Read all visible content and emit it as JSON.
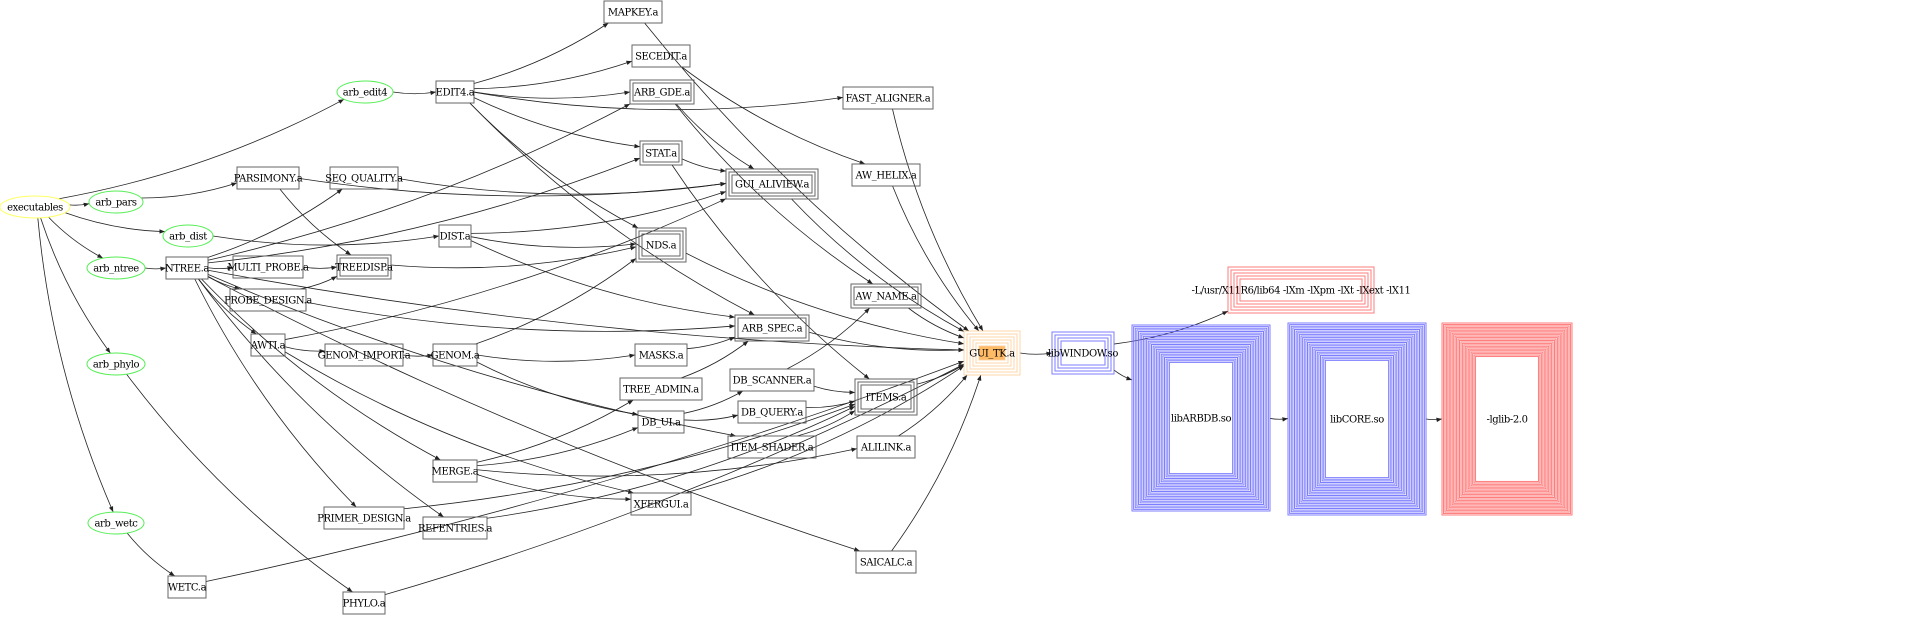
{
  "colors": {
    "executable": "#ffff66",
    "program": "#55ee55",
    "library": "#555555",
    "highlight_fill": "#ffbb66",
    "highlight_border": "#ffcc99",
    "shared_lib": "#6666ff",
    "system_lib": "#ff6666"
  },
  "nodes": [
    {
      "id": "executables",
      "label": "executables",
      "shape": "ellipse",
      "color": "executable",
      "peripheries": 1
    },
    {
      "id": "arb_edit4",
      "label": "arb_edit4",
      "shape": "ellipse",
      "color": "program",
      "peripheries": 1
    },
    {
      "id": "arb_pars",
      "label": "arb_pars",
      "shape": "ellipse",
      "color": "program",
      "peripheries": 1
    },
    {
      "id": "arb_dist",
      "label": "arb_dist",
      "shape": "ellipse",
      "color": "program",
      "peripheries": 1
    },
    {
      "id": "arb_ntree",
      "label": "arb_ntree",
      "shape": "ellipse",
      "color": "program",
      "peripheries": 1
    },
    {
      "id": "arb_phylo",
      "label": "arb_phylo",
      "shape": "ellipse",
      "color": "program",
      "peripheries": 1
    },
    {
      "id": "arb_wetc",
      "label": "arb_wetc",
      "shape": "ellipse",
      "color": "program",
      "peripheries": 1
    },
    {
      "id": "EDIT4",
      "label": "EDIT4.a",
      "shape": "box",
      "color": "library",
      "peripheries": 1
    },
    {
      "id": "MAPKEY",
      "label": "MAPKEY.a",
      "shape": "box",
      "color": "library",
      "peripheries": 1
    },
    {
      "id": "SECEDIT",
      "label": "SECEDIT.a",
      "shape": "box",
      "color": "library",
      "peripheries": 1
    },
    {
      "id": "ARB_GDE",
      "label": "ARB_GDE.a",
      "shape": "box",
      "color": "library",
      "peripheries": 2
    },
    {
      "id": "FAST_ALIGNER",
      "label": "FAST_ALIGNER.a",
      "shape": "box",
      "color": "library",
      "peripheries": 1
    },
    {
      "id": "STAT",
      "label": "STAT.a",
      "shape": "box",
      "color": "library",
      "peripheries": 2
    },
    {
      "id": "GUI_ALIVIEW",
      "label": "GUI_ALIVIEW.a",
      "shape": "box",
      "color": "library",
      "peripheries": 3
    },
    {
      "id": "AW_HELIX",
      "label": "AW_HELIX.a",
      "shape": "box",
      "color": "library",
      "peripheries": 1
    },
    {
      "id": "PARSIMONY",
      "label": "PARSIMONY.a",
      "shape": "box",
      "color": "library",
      "peripheries": 1
    },
    {
      "id": "SEQ_QUALITY",
      "label": "SEQ_QUALITY.a",
      "shape": "box",
      "color": "library",
      "peripheries": 1
    },
    {
      "id": "DIST",
      "label": "DIST.a",
      "shape": "box",
      "color": "library",
      "peripheries": 1
    },
    {
      "id": "NDS",
      "label": "NDS.a",
      "shape": "box",
      "color": "library",
      "peripheries": 3
    },
    {
      "id": "NTREE",
      "label": "NTREE.a",
      "shape": "box",
      "color": "library",
      "peripheries": 1
    },
    {
      "id": "MULTI_PROBE",
      "label": "MULTI_PROBE.a",
      "shape": "box",
      "color": "library",
      "peripheries": 1
    },
    {
      "id": "TREEDISP",
      "label": "TREEDISP.a",
      "shape": "box",
      "color": "library",
      "peripheries": 2
    },
    {
      "id": "PROBE_DESIGN",
      "label": "PROBE_DESIGN.a",
      "shape": "box",
      "color": "library",
      "peripheries": 1
    },
    {
      "id": "AW_NAME",
      "label": "AW_NAME.a",
      "shape": "box",
      "color": "library",
      "peripheries": 2
    },
    {
      "id": "ARB_SPEC",
      "label": "ARB_SPEC.a",
      "shape": "box",
      "color": "library",
      "peripheries": 2
    },
    {
      "id": "GUI_TK",
      "label": "GUI_TK.a",
      "shape": "box",
      "color": "highlight",
      "peripheries": 6
    },
    {
      "id": "libWINDOW",
      "label": "libWINDOW.so",
      "shape": "box",
      "color": "shared_lib",
      "peripheries": 4
    },
    {
      "id": "X11",
      "label": "-L/usr/X11R6/lib64 -lXm -lXpm -lXt -lXext -lX11",
      "shape": "box",
      "color": "system_lib",
      "peripheries": 5
    },
    {
      "id": "libARBDB",
      "label": "libARBDB.so",
      "shape": "box",
      "color": "shared_lib",
      "peripheries": 24
    },
    {
      "id": "libCORE",
      "label": "libCORE.so",
      "shape": "box",
      "color": "shared_lib",
      "peripheries": 24
    },
    {
      "id": "glib",
      "label": "-lglib-2.0",
      "shape": "box",
      "color": "system_lib",
      "peripheries": 24
    },
    {
      "id": "AWTI",
      "label": "AWTI.a",
      "shape": "box",
      "color": "library",
      "peripheries": 1
    },
    {
      "id": "GENOM_IMPORT",
      "label": "GENOM_IMPORT.a",
      "shape": "box",
      "color": "library",
      "peripheries": 1
    },
    {
      "id": "GENOM",
      "label": "GENOM.a",
      "shape": "box",
      "color": "library",
      "peripheries": 1
    },
    {
      "id": "MASKS",
      "label": "MASKS.a",
      "shape": "box",
      "color": "library",
      "peripheries": 1
    },
    {
      "id": "TREE_ADMIN",
      "label": "TREE_ADMIN.a",
      "shape": "box",
      "color": "library",
      "peripheries": 1
    },
    {
      "id": "DB_SCANNER",
      "label": "DB_SCANNER.a",
      "shape": "box",
      "color": "library",
      "peripheries": 1
    },
    {
      "id": "DB_UI",
      "label": "DB_UI.a",
      "shape": "box",
      "color": "library",
      "peripheries": 1
    },
    {
      "id": "DB_QUERY",
      "label": "DB_QUERY.a",
      "shape": "box",
      "color": "library",
      "peripheries": 1
    },
    {
      "id": "ITEMS",
      "label": "ITEMS.a",
      "shape": "box",
      "color": "library",
      "peripheries": 3
    },
    {
      "id": "ITEM_SHADER",
      "label": "ITEM_SHADER.a",
      "shape": "box",
      "color": "library",
      "peripheries": 1
    },
    {
      "id": "ALILINK",
      "label": "ALILINK.a",
      "shape": "box",
      "color": "library",
      "peripheries": 1
    },
    {
      "id": "MERGE",
      "label": "MERGE.a",
      "shape": "box",
      "color": "library",
      "peripheries": 1
    },
    {
      "id": "XFERGUI",
      "label": "XFERGUI.a",
      "shape": "box",
      "color": "library",
      "peripheries": 1
    },
    {
      "id": "PRIMER_DESIGN",
      "label": "PRIMER_DESIGN.a",
      "shape": "box",
      "color": "library",
      "peripheries": 1
    },
    {
      "id": "REFENTRIES",
      "label": "REFENTRIES.a",
      "shape": "box",
      "color": "library",
      "peripheries": 1
    },
    {
      "id": "SAICALC",
      "label": "SAICALC.a",
      "shape": "box",
      "color": "library",
      "peripheries": 1
    },
    {
      "id": "WETC",
      "label": "WETC.a",
      "shape": "box",
      "color": "library",
      "peripheries": 1
    },
    {
      "id": "PHYLO",
      "label": "PHYLO.a",
      "shape": "box",
      "color": "library",
      "peripheries": 1
    }
  ],
  "edges": [
    [
      "executables",
      "arb_edit4"
    ],
    [
      "executables",
      "arb_pars"
    ],
    [
      "executables",
      "arb_dist"
    ],
    [
      "executables",
      "arb_ntree"
    ],
    [
      "executables",
      "arb_phylo"
    ],
    [
      "executables",
      "arb_wetc"
    ],
    [
      "arb_edit4",
      "EDIT4"
    ],
    [
      "arb_pars",
      "PARSIMONY"
    ],
    [
      "arb_dist",
      "DIST"
    ],
    [
      "arb_ntree",
      "NTREE"
    ],
    [
      "arb_phylo",
      "PHYLO"
    ],
    [
      "arb_wetc",
      "WETC"
    ],
    [
      "EDIT4",
      "MAPKEY"
    ],
    [
      "EDIT4",
      "SECEDIT"
    ],
    [
      "EDIT4",
      "ARB_GDE"
    ],
    [
      "EDIT4",
      "FAST_ALIGNER"
    ],
    [
      "EDIT4",
      "STAT"
    ],
    [
      "EDIT4",
      "NDS"
    ],
    [
      "EDIT4",
      "ARB_SPEC"
    ],
    [
      "NTREE",
      "ARB_GDE"
    ],
    [
      "NTREE",
      "SEQ_QUALITY"
    ],
    [
      "NTREE",
      "STAT"
    ],
    [
      "NTREE",
      "MULTI_PROBE"
    ],
    [
      "NTREE",
      "PROBE_DESIGN"
    ],
    [
      "NTREE",
      "AWTI"
    ],
    [
      "NTREE",
      "MERGE"
    ],
    [
      "NTREE",
      "PRIMER_DESIGN"
    ],
    [
      "NTREE",
      "REFENTRIES"
    ],
    [
      "NTREE",
      "ITEM_SHADER"
    ],
    [
      "NTREE",
      "SAICALC"
    ],
    [
      "NTREE",
      "GUI_TK"
    ],
    [
      "PARSIMONY",
      "TREEDISP"
    ],
    [
      "PARSIMONY",
      "GUI_ALIVIEW"
    ],
    [
      "SEQ_QUALITY",
      "GUI_ALIVIEW"
    ],
    [
      "MULTI_PROBE",
      "TREEDISP"
    ],
    [
      "PROBE_DESIGN",
      "TREEDISP"
    ],
    [
      "PROBE_DESIGN",
      "ARB_SPEC"
    ],
    [
      "TREEDISP",
      "NDS"
    ],
    [
      "DIST",
      "GUI_ALIVIEW"
    ],
    [
      "DIST",
      "NDS"
    ],
    [
      "DIST",
      "ARB_SPEC"
    ],
    [
      "SECEDIT",
      "AW_HELIX"
    ],
    [
      "MAPKEY",
      "GUI_TK"
    ],
    [
      "FAST_ALIGNER",
      "GUI_TK"
    ],
    [
      "AW_HELIX",
      "GUI_TK"
    ],
    [
      "ARB_GDE",
      "GUI_ALIVIEW"
    ],
    [
      "ARB_GDE",
      "AW_NAME"
    ],
    [
      "STAT",
      "GUI_ALIVIEW"
    ],
    [
      "STAT",
      "ITEMS"
    ],
    [
      "GUI_ALIVIEW",
      "GUI_TK"
    ],
    [
      "NDS",
      "GUI_TK"
    ],
    [
      "AW_NAME",
      "GUI_TK"
    ],
    [
      "ARB_SPEC",
      "GUI_TK"
    ],
    [
      "ITEMS",
      "GUI_TK"
    ],
    [
      "ALILINK",
      "GUI_TK"
    ],
    [
      "SAICALC",
      "GUI_TK"
    ],
    [
      "XFERGUI",
      "GUI_TK"
    ],
    [
      "PHYLO",
      "GUI_TK"
    ],
    [
      "WETC",
      "GUI_TK"
    ],
    [
      "PRIMER_DESIGN",
      "ITEMS"
    ],
    [
      "REFENTRIES",
      "ITEMS"
    ],
    [
      "AWTI",
      "GENOM_IMPORT"
    ],
    [
      "AWTI",
      "GUI_ALIVIEW"
    ],
    [
      "AWTI",
      "XFERGUI"
    ],
    [
      "GENOM_IMPORT",
      "GENOM"
    ],
    [
      "GENOM",
      "MASKS"
    ],
    [
      "GENOM",
      "NDS"
    ],
    [
      "GENOM",
      "DB_UI"
    ],
    [
      "MASKS",
      "ARB_SPEC"
    ],
    [
      "TREE_ADMIN",
      "ARB_SPEC"
    ],
    [
      "DB_UI",
      "DB_SCANNER"
    ],
    [
      "DB_UI",
      "DB_QUERY"
    ],
    [
      "DB_SCANNER",
      "ITEMS"
    ],
    [
      "DB_SCANNER",
      "AW_NAME"
    ],
    [
      "DB_QUERY",
      "ITEMS"
    ],
    [
      "ITEM_SHADER",
      "ITEMS"
    ],
    [
      "MERGE",
      "TREE_ADMIN"
    ],
    [
      "MERGE",
      "DB_UI"
    ],
    [
      "MERGE",
      "ALILINK"
    ],
    [
      "MERGE",
      "XFERGUI"
    ],
    [
      "GUI_TK",
      "libWINDOW"
    ],
    [
      "libWINDOW",
      "X11"
    ],
    [
      "libWINDOW",
      "libARBDB"
    ],
    [
      "libARBDB",
      "libCORE"
    ],
    [
      "libCORE",
      "glib"
    ]
  ]
}
